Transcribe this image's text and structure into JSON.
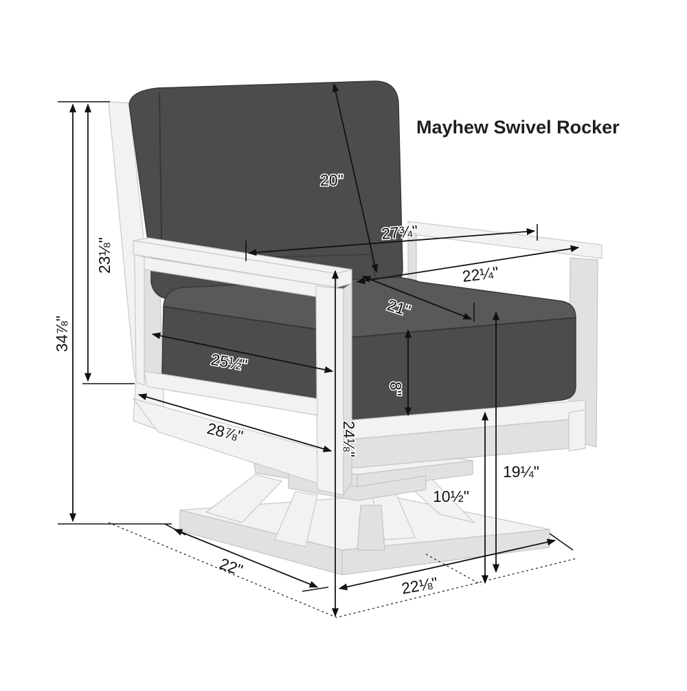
{
  "title": "Mayhew Swivel Rocker",
  "dimensions": {
    "overall_height": "34⅞\"",
    "back_height": "23⅛\"",
    "back_cushion_height": "20\"",
    "overall_width": "27¾\"",
    "inner_width": "22¼\"",
    "seat_depth": "21\"",
    "arm_depth": "25½\"",
    "overall_depth": "28⅞\"",
    "seat_cushion_thickness": "8\"",
    "arm_height": "24⅛\"",
    "seat_height": "19¼\"",
    "base_height": "10½\"",
    "base_depth": "22\"",
    "base_width": "22⅛\""
  },
  "colors": {
    "cushion": "#4c4c4e",
    "frame": "#f2f2f2",
    "dimension_lines": "#111111"
  }
}
